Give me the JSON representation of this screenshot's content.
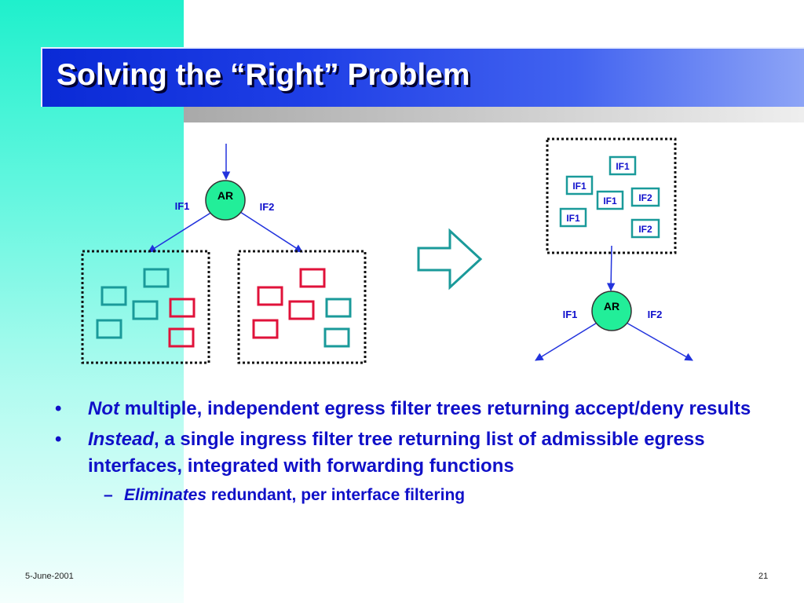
{
  "title": "Solving the “Right” Problem",
  "left_diagram": {
    "router": "AR",
    "if1": "IF1",
    "if2": "IF2"
  },
  "right_diagram": {
    "router": "AR",
    "if1": "IF1",
    "if2": "IF2",
    "filter_labels": [
      "IF1",
      "IF1",
      "IF1",
      "IF2",
      "IF1",
      "IF2"
    ]
  },
  "bullets": [
    {
      "marker": "•",
      "emph": "Not",
      "text": " multiple, independent egress filter trees returning accept/deny results"
    },
    {
      "marker": "•",
      "emph": "Instead",
      "text": ", a single ingress filter tree returning list of admissible egress interfaces, integrated with forwarding functions"
    }
  ],
  "sub_bullet": {
    "marker": "–",
    "emph": "Eliminates",
    "text": " redundant, per interface filtering"
  },
  "footer": {
    "date": "5-June-2001",
    "page": "21"
  },
  "colors": {
    "title_bar": "#1f3fe6",
    "side_band": "#1ff0cc",
    "text": "#1010cc",
    "router_fill": "#22ee99",
    "filter_teal": "#1a9a9a",
    "filter_red": "#e0123a"
  }
}
